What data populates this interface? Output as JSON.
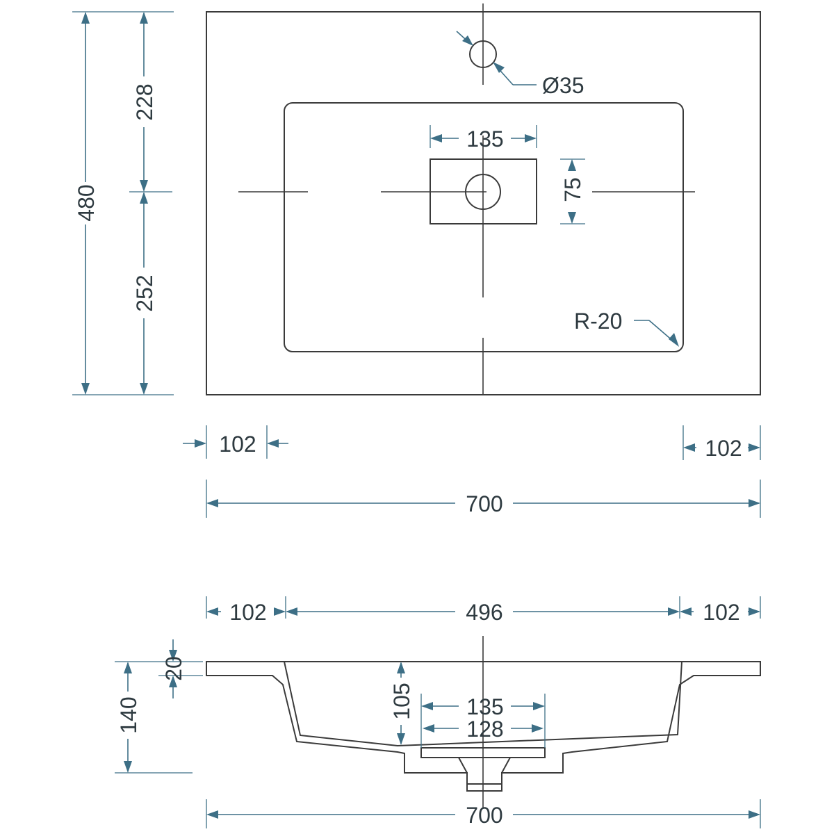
{
  "top_view": {
    "overall_height": "480",
    "upper_height": "228",
    "lower_height": "252",
    "tap_hole_diameter": "Ø35",
    "overflow_width": "135",
    "overflow_height": "75",
    "corner_radius": "R-20",
    "left_rim": "102",
    "right_rim": "102",
    "overall_width": "700"
  },
  "section_view": {
    "left_rim": "102",
    "basin_width": "496",
    "right_rim": "102",
    "rim_thickness": "20",
    "overall_height": "140",
    "bowl_depth": "105",
    "outlet_width_outer": "135",
    "outlet_width_inner": "128",
    "overall_width": "700"
  }
}
